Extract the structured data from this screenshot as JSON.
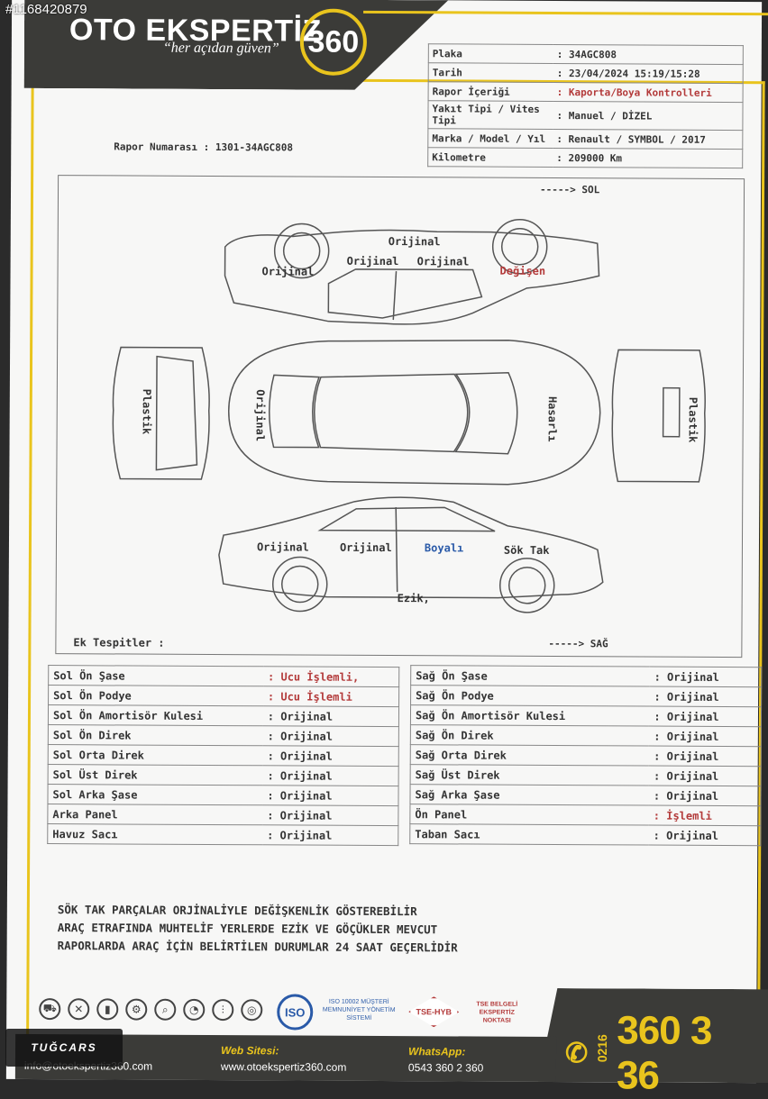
{
  "watermark_id": "#1168420879",
  "header": {
    "brand": "OTO EKSPERTİZ",
    "brand_num": "360",
    "slogan": "“her açıdan güven”"
  },
  "info": [
    {
      "k": "Plaka",
      "v": ": 34AGC808",
      "red": false
    },
    {
      "k": "Tarih",
      "v": ": 23/04/2024  15:19/15:28",
      "red": false
    },
    {
      "k": "Rapor İçeriği",
      "v": ": Kaporta/Boya Kontrolleri",
      "red": true
    },
    {
      "k": "Yakıt Tipi / Vites Tipi",
      "v": ": Manuel / DİZEL",
      "red": false
    },
    {
      "k": "Marka / Model / Yıl",
      "v": ": Renault / SYMBOL / 2017",
      "red": false
    },
    {
      "k": "Kilometre",
      "v": ": 209000 Km",
      "red": false
    }
  ],
  "report_no": "Rapor Numarası : 1301-34AGC808",
  "diagram": {
    "left_dir": "-----> SOL",
    "right_dir": "-----> SAĞ",
    "parts": {
      "top_rear_fender": "Orijinal",
      "top_roof": "Orijinal",
      "top_rear_door": "Orijinal",
      "top_front_door": "Orijinal",
      "top_front_fender": "Değişen",
      "rear_bumper": "Plastik",
      "trunk": "Orijinal",
      "hood": "Hasarlı",
      "front_bumper": "Plastik",
      "bot_rear_fender": "Orijinal",
      "bot_rear_door": "Orijinal",
      "bot_front_door": "Boyalı",
      "bot_front_fender": "Sök Tak",
      "bot_sill": "Ezik,"
    }
  },
  "ek_tespitler": "Ek Tespitler :",
  "left_checks": [
    {
      "k": "Sol Ön Şase",
      "v": ": Ucu İşlemli,",
      "red": true
    },
    {
      "k": "Sol Ön Podye",
      "v": ": Ucu İşlemli",
      "red": true
    },
    {
      "k": "Sol Ön Amortisör Kulesi",
      "v": ": Orijinal",
      "red": false
    },
    {
      "k": "Sol Ön Direk",
      "v": ": Orijinal",
      "red": false
    },
    {
      "k": "Sol Orta Direk",
      "v": ": Orijinal",
      "red": false
    },
    {
      "k": "Sol Üst Direk",
      "v": ": Orijinal",
      "red": false
    },
    {
      "k": "Sol Arka Şase",
      "v": ": Orijinal",
      "red": false
    },
    {
      "k": "Arka Panel",
      "v": ": Orijinal",
      "red": false
    },
    {
      "k": "Havuz Sacı",
      "v": ": Orijinal",
      "red": false
    }
  ],
  "right_checks": [
    {
      "k": "Sağ Ön Şase",
      "v": ": Orijinal",
      "red": false
    },
    {
      "k": "Sağ Ön Podye",
      "v": ": Orijinal",
      "red": false
    },
    {
      "k": "Sağ Ön Amortisör Kulesi",
      "v": ": Orijinal",
      "red": false
    },
    {
      "k": "Sağ Ön Direk",
      "v": ": Orijinal",
      "red": false
    },
    {
      "k": "Sağ Orta Direk",
      "v": ": Orijinal",
      "red": false
    },
    {
      "k": "Sağ Üst Direk",
      "v": ": Orijinal",
      "red": false
    },
    {
      "k": "Sağ Arka Şase",
      "v": ": Orijinal",
      "red": false
    },
    {
      "k": "Ön Panel",
      "v": ": İşlemli",
      "red": true
    },
    {
      "k": "Taban Sacı",
      "v": ": Orijinal",
      "red": false
    }
  ],
  "notes": [
    "SÖK TAK PARÇALAR ORJİNALİYLE DEĞİŞKENLİK GÖSTEREBİLİR",
    "ARAÇ ETRAFINDA MUHTELİF YERLERDE EZİK VE GÖÇÜKLER MEVCUT",
    "RAPORLARDA ARAÇ İÇİN BELİRTİLEN DURUMLAR 24 SAAT GEÇERLİDİR"
  ],
  "footer": {
    "iso": "ISO",
    "iso_text": "ISO 10002 MÜŞTERİ MEMNUNİYET YÖNETİM SİSTEMİ",
    "tse": "TSE-HYB",
    "tse_text": "TSE BELGELİ EKSPERTİZ NOKTASI",
    "phone_area": "0216",
    "phone": "360 3 36",
    "web_label": "Web Sitesi:",
    "web": "www.otoekspertiz360.com",
    "email": "info@otoekspertiz360.com",
    "whatsapp_label": "WhatsApp:",
    "whatsapp": "0543 360 2 360",
    "dealer": "TUĞCARS"
  },
  "colors": {
    "accent": "#e9c41d",
    "dark": "#3b3b38",
    "red": "#b33a3a",
    "blue": "#2a5aa8"
  }
}
